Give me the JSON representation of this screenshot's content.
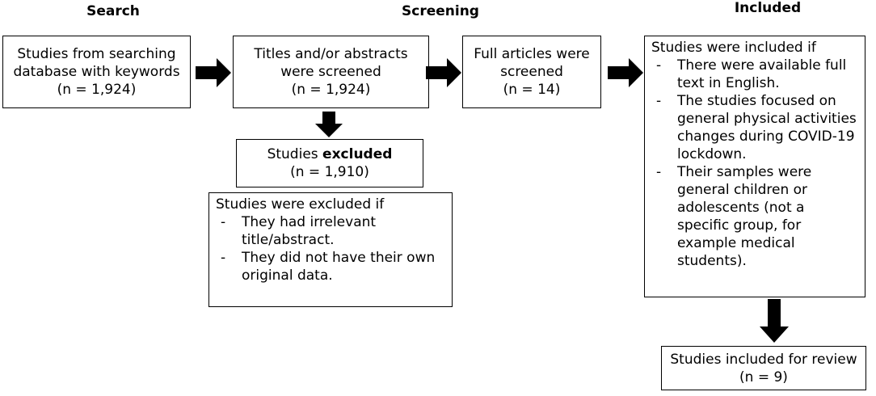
{
  "headers": {
    "search": "Search",
    "screening": "Screening",
    "included": "Included"
  },
  "boxes": {
    "search_box": {
      "line1": "Studies from searching",
      "line2": "database with keywords",
      "count": "(n = 1,924)"
    },
    "screened_box": {
      "line1": "Titles and/or abstracts",
      "line2": "were screened",
      "count": "(n = 1,924)"
    },
    "fulltext_box": {
      "line1": "Full articles were",
      "line2": "screened",
      "count": "(n = 14)"
    },
    "excluded_box": {
      "prefix": "Studies ",
      "emphasis": "excluded",
      "count": "(n = 1,910)"
    },
    "exclusion_criteria": {
      "heading": "Studies were excluded if",
      "items": [
        "They had irrelevant title/abstract.",
        "They did not have their own original data."
      ]
    },
    "inclusion_criteria": {
      "heading": "Studies were included if",
      "items": [
        "There were available full text in English.",
        "The studies focused on general physical activities changes during COVID-19 lockdown.",
        "Their samples were general children or adolescents (not a specific group, for example medical students)."
      ]
    },
    "final_box": {
      "line1": "Studies included for review",
      "count": "(n = 9)"
    }
  },
  "colors": {
    "stroke": "#000000",
    "fill": "#ffffff"
  }
}
